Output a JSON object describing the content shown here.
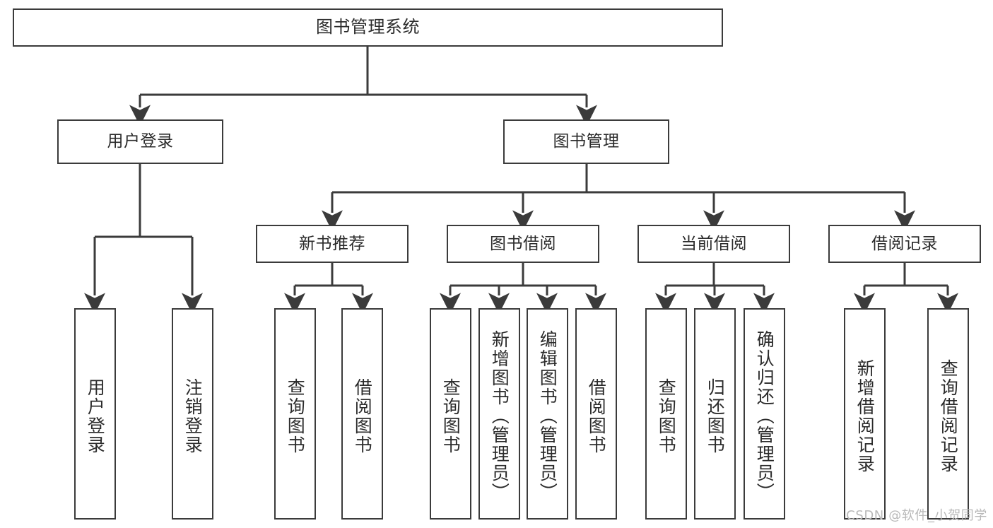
{
  "diagram": {
    "title": "图书管理系统",
    "type": "tree",
    "watermark": "CSDN @软件_小贺同学",
    "colors": {
      "box_border": "#3b3b3b",
      "box_fill": "#ffffff",
      "line": "#3b3b3b",
      "text": "#2b2b2b",
      "watermark": "#b9b9b9",
      "background": "#ffffff"
    },
    "root": {
      "label": "图书管理系统"
    },
    "level2": [
      {
        "label": "用户登录"
      },
      {
        "label": "图书管理"
      }
    ],
    "level3": [
      {
        "label": "新书推荐"
      },
      {
        "label": "图书借阅"
      },
      {
        "label": "当前借阅"
      },
      {
        "label": "借阅记录"
      }
    ],
    "leaves": {
      "user_login": [
        {
          "label": "用户登录"
        },
        {
          "label": "注销登录"
        }
      ],
      "new_book_recommend": [
        {
          "label": "查询图书"
        },
        {
          "label": "借阅图书"
        }
      ],
      "book_borrow": [
        {
          "label": "查询图书"
        },
        {
          "label": "新增图书（管理员）"
        },
        {
          "label": "编辑图书（管理员）"
        },
        {
          "label": "借阅图书"
        }
      ],
      "current_borrow": [
        {
          "label": "查询图书"
        },
        {
          "label": "归还图书"
        },
        {
          "label": "确认归还（管理员）"
        }
      ],
      "borrow_records": [
        {
          "label": "新增借阅记录"
        },
        {
          "label": "查询借阅记录"
        }
      ]
    }
  }
}
